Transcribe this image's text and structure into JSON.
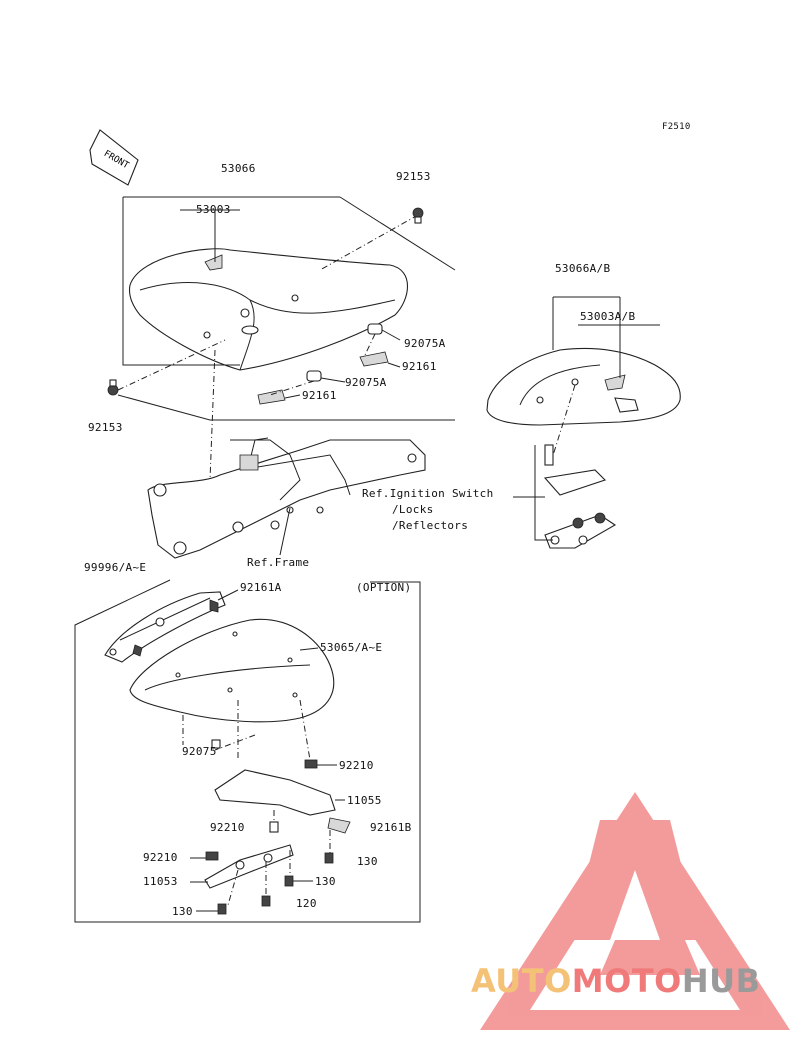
{
  "figure_code": "F2510",
  "front_label": "FRONT",
  "labels": {
    "p53066": "53066",
    "p53003": "53003",
    "p92153_top": "92153",
    "p92153_left": "92153",
    "p53066AB": "53066A/B",
    "p53003AB": "53003A/B",
    "p92075A_1": "92075A",
    "p92075A_2": "92075A",
    "p92161_1": "92161",
    "p92161_2": "92161",
    "ref_ignition_1": "Ref.Ignition Switch",
    "ref_ignition_2": "/Locks",
    "ref_ignition_3": "/Reflectors",
    "ref_frame": "Ref.Frame",
    "p99996": "99996/A~E",
    "p92161A": "92161A",
    "option": "(OPTION)",
    "p53065": "53065/A~E",
    "p92075": "92075",
    "p92210_1": "92210",
    "p11055": "11055",
    "p92210_2": "92210",
    "p92161B": "92161B",
    "p92210_3": "92210",
    "p130_1": "130",
    "p11053": "11053",
    "p130_2": "130",
    "p120": "120",
    "p130_3": "130"
  },
  "watermark": {
    "part1": "AUTO",
    "part2": "MOTO",
    "part3": "HUB",
    "colors": {
      "auto": "#f4c277",
      "moto": "#f07a7a",
      "hub": "#9a9a9a"
    }
  }
}
